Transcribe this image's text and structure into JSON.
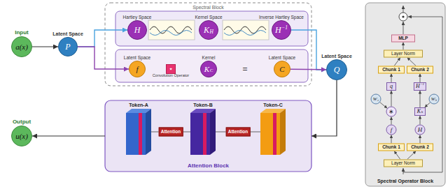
{
  "diagram": {
    "nodes": [
      {
        "text": [
          "Input",
          "a(x)"
        ]
      },
      {
        "text": [
          "Latent Space",
          "P"
        ]
      },
      {
        "text": [
          "Spectral Block"
        ]
      },
      {
        "text": [
          "Hartley Space",
          "H"
        ],
        "in": 2
      },
      {
        "text": [
          "Kernel Space",
          "K",
          "H"
        ],
        "in": 2
      },
      {
        "text": [
          "Inverse Hartley Space",
          "H",
          "−1"
        ],
        "in": 2
      },
      {
        "text": [
          "Latent Space",
          "f"
        ],
        "in": 2
      },
      {
        "text": [
          "⋆",
          "Convolution Operator"
        ],
        "in": 2
      },
      {
        "text": [
          "Kernel",
          "K",
          "C"
        ],
        "in": 2
      },
      {
        "text": [
          "Latent Space",
          "C"
        ],
        "in": 2
      },
      {
        "text": [
          "Latent Space",
          "Q"
        ]
      },
      {
        "text": [
          "Attention Block"
        ]
      },
      {
        "text": [
          "Token-A"
        ],
        "in": 11
      },
      {
        "text": [
          "Attention"
        ],
        "in": 11
      },
      {
        "text": [
          "Token-B"
        ],
        "in": 11
      },
      {
        "text": [
          "Attention"
        ],
        "in": 11
      },
      {
        "text": [
          "Token-C"
        ],
        "in": 11
      },
      {
        "text": [
          "Output",
          "u(x)"
        ]
      },
      {
        "text": [
          "Spectral Operator Block"
        ]
      },
      {
        "text": [
          "Layer Norm"
        ],
        "in": 18
      },
      {
        "text": [
          "Chunk 1"
        ],
        "in": 18
      },
      {
        "text": [
          "Chunk 2"
        ],
        "in": 18
      },
      {
        "text": [
          "f"
        ],
        "in": 18
      },
      {
        "text": [
          "H"
        ],
        "in": 18
      },
      {
        "text": [
          "∗"
        ],
        "in": 18
      },
      {
        "text": [
          "K",
          "h"
        ],
        "in": 18
      },
      {
        "text": [
          "W",
          "c"
        ],
        "in": 18
      },
      {
        "text": [
          "W",
          "h"
        ],
        "in": 18
      },
      {
        "text": [
          "q"
        ],
        "in": 18
      },
      {
        "text": [
          "H",
          "−1"
        ],
        "in": 18
      },
      {
        "text": [
          "Chunk 1"
        ],
        "in": 18
      },
      {
        "text": [
          "Chunk 2"
        ],
        "in": 18
      },
      {
        "text": [
          "Layer Norm"
        ],
        "in": 18
      },
      {
        "text": [
          "MLP"
        ],
        "in": 18
      }
    ],
    "edges": [
      {
        "from": 0,
        "to": 1,
        "arrow": "to"
      },
      {
        "from": 1,
        "to": 3,
        "arrow": "to"
      },
      {
        "from": 1,
        "to": 6,
        "arrow": "to"
      },
      {
        "from": 5,
        "to": 10,
        "arrow": "to"
      },
      {
        "from": 9,
        "to": 10,
        "arrow": "to"
      },
      {
        "from": 10,
        "to": 11,
        "arrow": "to"
      },
      {
        "from": 11,
        "to": 17,
        "arrow": "to"
      },
      {
        "from": 12,
        "to": 13,
        "arrow": "none"
      },
      {
        "from": 13,
        "to": 14,
        "arrow": "none"
      },
      {
        "from": 14,
        "to": 15,
        "arrow": "none"
      },
      {
        "from": 15,
        "to": 16,
        "arrow": "none"
      },
      {
        "from": 19,
        "to": 20,
        "arrow": "to"
      },
      {
        "from": 19,
        "to": 21,
        "arrow": "to"
      },
      {
        "from": 20,
        "to": 22,
        "arrow": "to"
      },
      {
        "from": 21,
        "to": 23,
        "arrow": "to"
      },
      {
        "from": 22,
        "to": 24,
        "arrow": "to"
      },
      {
        "from": 26,
        "to": 24,
        "arrow": "to"
      },
      {
        "from": 24,
        "to": 28,
        "arrow": "to"
      },
      {
        "from": 23,
        "to": 25,
        "arrow": "to"
      },
      {
        "from": 27,
        "to": 25,
        "arrow": "to"
      },
      {
        "from": 25,
        "to": 29,
        "arrow": "to"
      },
      {
        "from": 28,
        "to": 30,
        "arrow": "to"
      },
      {
        "from": 29,
        "to": 31,
        "arrow": "to"
      },
      {
        "from": 30,
        "to": 32,
        "arrow": "to"
      },
      {
        "from": 31,
        "to": 32,
        "arrow": "to"
      },
      {
        "from": 32,
        "to": 33,
        "arrow": "to"
      }
    ],
    "labels": [
      "="
    ]
  }
}
